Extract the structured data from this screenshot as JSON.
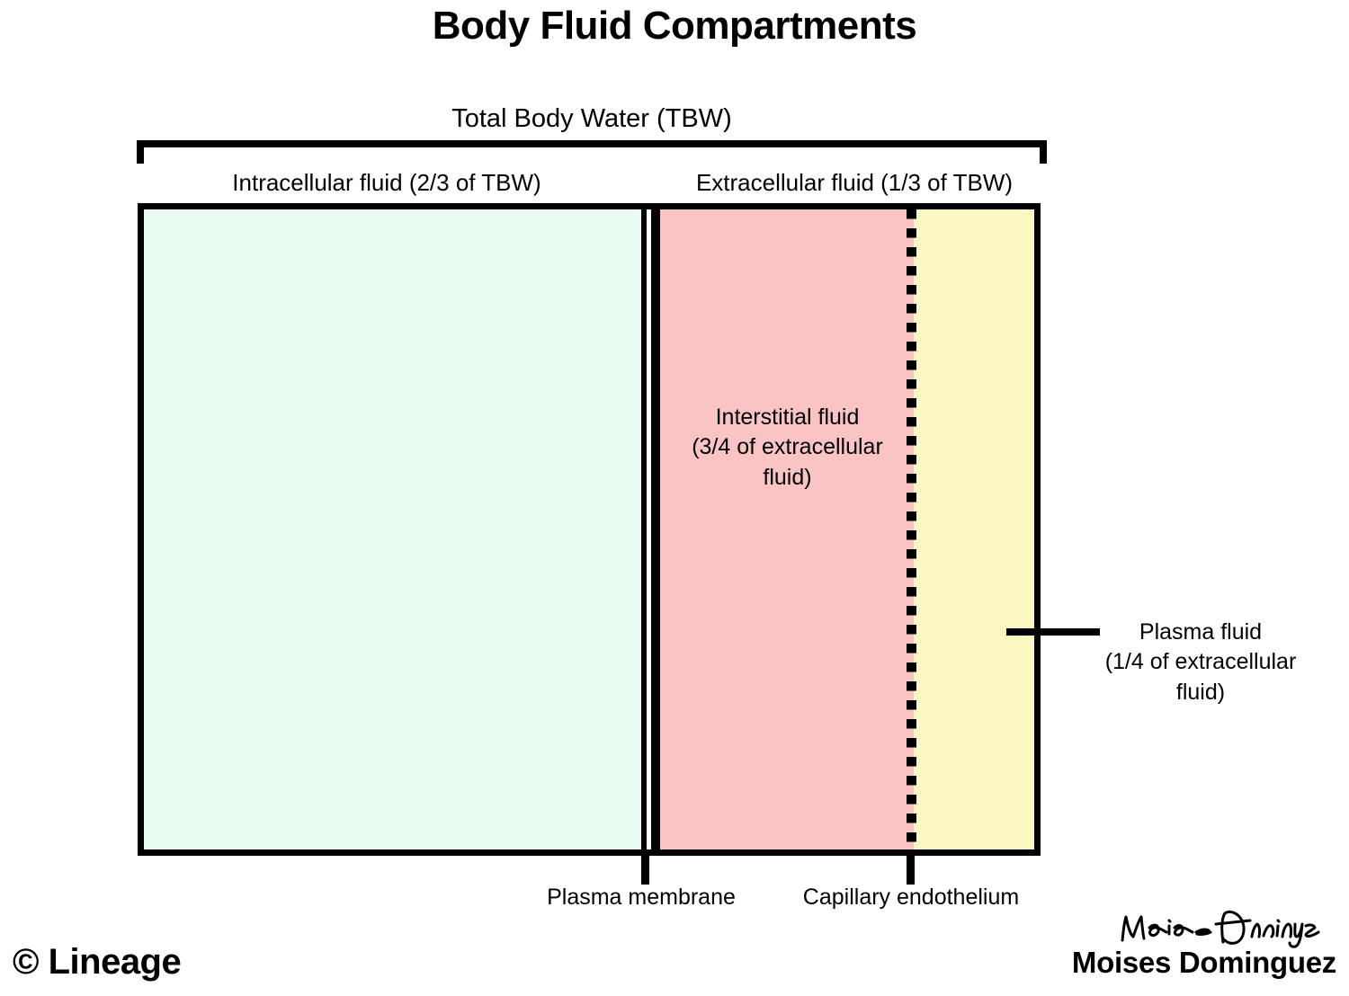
{
  "title": "Body Fluid Compartments",
  "diagram": {
    "top_bracket_label": "Total Body Water (TBW)",
    "compartments": [
      {
        "key": "intracellular",
        "label": "Intracellular fluid (2/3 of TBW)",
        "color": "#e9faf0"
      },
      {
        "key": "extracellular",
        "label": "Extracellular fluid (1/3 of TBW)",
        "color": "#fac4c4"
      }
    ],
    "interstitial": {
      "line1": "Interstitial fluid",
      "line2": "(3/4 of extracellular",
      "line3": "fluid)",
      "color": "#fac4c4"
    },
    "plasma": {
      "line1": "Plasma fluid",
      "line2": "(1/4 of extracellular",
      "line3": "fluid)",
      "color": "#faf7c0"
    },
    "boundaries": [
      {
        "key": "plasma-membrane",
        "label": "Plasma membrane",
        "style": "double-solid"
      },
      {
        "key": "capillary-endothelium",
        "label": "Capillary endothelium",
        "style": "dotted"
      }
    ]
  },
  "footer": {
    "copyright": "© Lineage",
    "author": "Moises Dominguez",
    "signature_icon": "handwritten-signature"
  },
  "chart_data": {
    "type": "bar",
    "title": "Body Fluid Compartments",
    "orientation": "horizontal-stacked",
    "categories": [
      "Intracellular fluid",
      "Interstitial fluid",
      "Plasma fluid"
    ],
    "values": [
      0.6667,
      0.25,
      0.0833
    ],
    "value_labels": [
      "2/3 of TBW",
      "3/4 of extracellular fluid",
      "1/4 of extracellular fluid"
    ],
    "colors": [
      "#e9faf0",
      "#fac4c4",
      "#faf7c0"
    ],
    "total_label": "Total Body Water (TBW)",
    "xlabel": "",
    "ylabel": ""
  }
}
